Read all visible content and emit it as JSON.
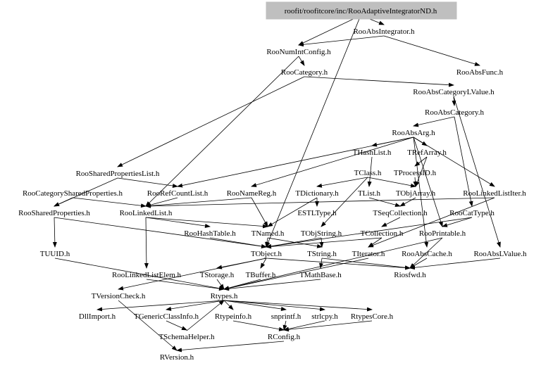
{
  "graph": {
    "root": "roofit/roofitcore/inc/RooAdaptiveIntegratorND.h",
    "root_fill": "#bfbfbf",
    "nodes": {
      "root": "roofit/roofitcore/inc/RooAdaptiveIntegratorND.h",
      "RooAbsIntegrator": "RooAbsIntegrator.h",
      "RooNumIntConfig": "RooNumIntConfig.h",
      "RooAbsFunc": "RooAbsFunc.h",
      "RooCategory": "RooCategory.h",
      "RooAbsCategoryLValue": "RooAbsCategoryLValue.h",
      "RooAbsCategory": "RooAbsCategory.h",
      "RooAbsArg": "RooAbsArg.h",
      "THashList": "THashList.h",
      "TRefArray": "TRefArray.h",
      "RooSharedPropertiesList": "RooSharedPropertiesList.h",
      "TClass": "TClass.h",
      "TProcessID": "TProcessID.h",
      "RooCategorySharedProperties": "RooCategorySharedProperties.h",
      "RooRefCountList": "RooRefCountList.h",
      "RooNameReg": "RooNameReg.h",
      "TDictionary": "TDictionary.h",
      "TList": "TList.h",
      "TObjArray": "TObjArray.h",
      "RooLinkedListIter": "RooLinkedListIter.h",
      "RooSharedProperties": "RooSharedProperties.h",
      "RooLinkedList": "RooLinkedList.h",
      "ESTLType": "ESTLType.h",
      "TSeqCollection": "TSeqCollection.h",
      "RooCatType": "RooCatType.h",
      "RooHashTable": "RooHashTable.h",
      "TNamed": "TNamed.h",
      "TObjString": "TObjString.h",
      "TCollection": "TCollection.h",
      "RooPrintable": "RooPrintable.h",
      "TUUID": "TUUID.h",
      "TObject": "TObject.h",
      "TString": "TString.h",
      "TIterator": "TIterator.h",
      "RooAbsCache": "RooAbsCache.h",
      "RooAbsLValue": "RooAbsLValue.h",
      "RooLinkedListElem": "RooLinkedListElem.h",
      "TStorage": "TStorage.h",
      "TBuffer": "TBuffer.h",
      "TMathBase": "TMathBase.h",
      "Riosfwd": "Riosfwd.h",
      "TVersionCheck": "TVersionCheck.h",
      "Rtypes": "Rtypes.h",
      "DllImport": "DllImport.h",
      "TGenericClassInfo": "TGenericClassInfo.h",
      "Rtypeinfo": "Rtypeinfo.h",
      "snprintf": "snprintf.h",
      "strlcpy": "strlcpy.h",
      "RtypesCore": "RtypesCore.h",
      "TSchemaHelper": "TSchemaHelper.h",
      "RConfig": "RConfig.h",
      "RVersion": "RVersion.h"
    },
    "edges": [
      [
        "root",
        "RooAbsIntegrator"
      ],
      [
        "root",
        "RooNumIntConfig"
      ],
      [
        "root",
        "TObject"
      ],
      [
        "RooAbsIntegrator",
        "RooNumIntConfig"
      ],
      [
        "RooAbsIntegrator",
        "RooAbsFunc"
      ],
      [
        "RooNumIntConfig",
        "RooCategory"
      ],
      [
        "RooNumIntConfig",
        "RooLinkedList"
      ],
      [
        "RooCategory",
        "RooAbsCategoryLValue"
      ],
      [
        "RooCategory",
        "RooSharedPropertiesList"
      ],
      [
        "RooAbsCategoryLValue",
        "RooAbsCategory"
      ],
      [
        "RooAbsCategoryLValue",
        "RooAbsLValue"
      ],
      [
        "RooAbsCategory",
        "RooAbsArg"
      ],
      [
        "RooAbsCategory",
        "RooCatType"
      ],
      [
        "RooAbsArg",
        "THashList"
      ],
      [
        "RooAbsArg",
        "TRefArray"
      ],
      [
        "RooAbsArg",
        "RooPrintable"
      ],
      [
        "RooAbsArg",
        "RooRefCountList"
      ],
      [
        "RooAbsArg",
        "RooNameReg"
      ],
      [
        "RooAbsArg",
        "RooLinkedListIter"
      ],
      [
        "RooAbsArg",
        "RooAbsCache"
      ],
      [
        "THashList",
        "TList"
      ],
      [
        "TRefArray",
        "TProcessID"
      ],
      [
        "TRefArray",
        "TObjArray"
      ],
      [
        "TClass",
        "TDictionary"
      ],
      [
        "TClass",
        "TObjArray"
      ],
      [
        "TClass",
        "TObjString"
      ],
      [
        "TProcessID",
        "TObjArray"
      ],
      [
        "RooSharedPropertiesList",
        "RooRefCountList"
      ],
      [
        "RooSharedPropertiesList",
        "RooSharedProperties"
      ],
      [
        "RooCategorySharedProperties",
        "RooSharedProperties"
      ],
      [
        "RooCategorySharedProperties",
        "RooLinkedList"
      ],
      [
        "RooRefCountList",
        "RooLinkedList"
      ],
      [
        "RooNameReg",
        "TNamed"
      ],
      [
        "RooNameReg",
        "RooLinkedList"
      ],
      [
        "TDictionary",
        "TNamed"
      ],
      [
        "TDictionary",
        "ESTLType"
      ],
      [
        "TList",
        "TSeqCollection"
      ],
      [
        "TObjArray",
        "TSeqCollection"
      ],
      [
        "RooLinkedListIter",
        "TIterator"
      ],
      [
        "RooLinkedListIter",
        "RooLinkedList"
      ],
      [
        "RooSharedProperties",
        "TUUID"
      ],
      [
        "RooSharedProperties",
        "TObject"
      ],
      [
        "RooLinkedList",
        "RooHashTable"
      ],
      [
        "RooLinkedList",
        "TNamed"
      ],
      [
        "RooLinkedList",
        "RooLinkedListElem"
      ],
      [
        "TSeqCollection",
        "TCollection"
      ],
      [
        "RooCatType",
        "RooPrintable"
      ],
      [
        "RooCatType",
        "TObject"
      ],
      [
        "RooHashTable",
        "TObject"
      ],
      [
        "TNamed",
        "TObject"
      ],
      [
        "TNamed",
        "TString"
      ],
      [
        "TObjString",
        "TObject"
      ],
      [
        "TObjString",
        "TString"
      ],
      [
        "TCollection",
        "TObject"
      ],
      [
        "TCollection",
        "TIterator"
      ],
      [
        "RooPrintable",
        "Riosfwd"
      ],
      [
        "RooPrintable",
        "Rtypes"
      ],
      [
        "TUUID",
        "Rtypes"
      ],
      [
        "TObject",
        "TStorage"
      ],
      [
        "TObject",
        "TBuffer"
      ],
      [
        "TObject",
        "TVersionCheck"
      ],
      [
        "TObject",
        "Riosfwd"
      ],
      [
        "TString",
        "TMathBase"
      ],
      [
        "TString",
        "Riosfwd"
      ],
      [
        "TIterator",
        "Rtypes"
      ],
      [
        "RooAbsCache",
        "Riosfwd"
      ],
      [
        "RooAbsLValue",
        "Riosfwd"
      ],
      [
        "RooLinkedListElem",
        "Rtypes"
      ],
      [
        "TStorage",
        "Rtypes"
      ],
      [
        "TBuffer",
        "Rtypes"
      ],
      [
        "TMathBase",
        "Rtypes"
      ],
      [
        "TVersionCheck",
        "RVersion"
      ],
      [
        "Rtypes",
        "DllImport"
      ],
      [
        "Rtypes",
        "TGenericClassInfo"
      ],
      [
        "Rtypes",
        "Rtypeinfo"
      ],
      [
        "Rtypes",
        "snprintf"
      ],
      [
        "Rtypes",
        "strlcpy"
      ],
      [
        "Rtypes",
        "RtypesCore"
      ],
      [
        "Rtypeinfo",
        "RConfig"
      ],
      [
        "snprintf",
        "RConfig"
      ],
      [
        "strlcpy",
        "RConfig"
      ],
      [
        "RtypesCore",
        "RConfig"
      ],
      [
        "TSchemaHelper",
        "Rtypes"
      ],
      [
        "TGenericClassInfo",
        "TSchemaHelper"
      ],
      [
        "RConfig",
        "RVersion"
      ]
    ]
  }
}
